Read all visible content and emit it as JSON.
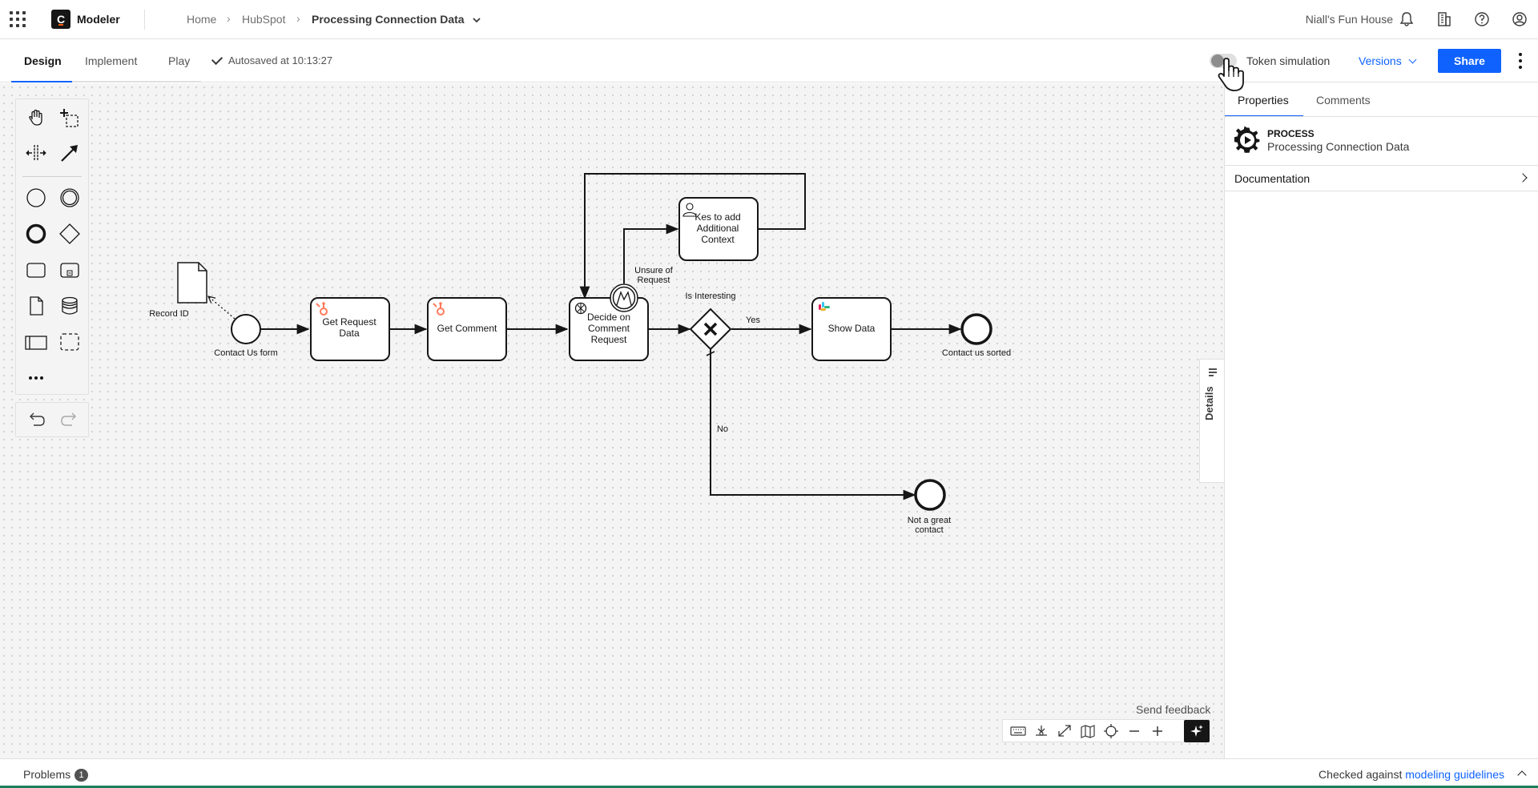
{
  "header": {
    "app_name": "Modeler",
    "logo_letter": "C",
    "breadcrumb": [
      "Home",
      "HubSpot"
    ],
    "current": "Processing Connection Data",
    "org": "Niall's Fun House",
    "icons": [
      "apps-grid-icon",
      "notification-bell-icon",
      "organization-icon",
      "help-icon",
      "user-icon"
    ]
  },
  "subheader": {
    "tabs": [
      "Design",
      "Implement",
      "Play"
    ],
    "active_tab": "Design",
    "autosave": "Autosaved at 10:13:27",
    "token_simulation": "Token simulation",
    "versions": "Versions",
    "share": "Share"
  },
  "diagram": {
    "data_object": "Record ID",
    "start_event": "Contact Us form",
    "tasks": {
      "get_request": [
        "Get Request",
        "Data"
      ],
      "get_comment": "Get Comment",
      "decide": [
        "Decide on",
        "Comment",
        "Request"
      ],
      "kes": [
        "Kes to add",
        "Additional",
        "Context"
      ],
      "show_data": "Show Data"
    },
    "boundary_label": [
      "Unsure of",
      "Request"
    ],
    "gateway_label": "Is Interesting",
    "flow_yes": "Yes",
    "flow_no": "No",
    "end_sorted": "Contact us sorted",
    "end_not_great": [
      "Not a great",
      "contact"
    ]
  },
  "canvas_ui": {
    "details": "Details",
    "send_feedback": "Send feedback"
  },
  "panel": {
    "tabs": [
      "Properties",
      "Comments"
    ],
    "active_tab": "Properties",
    "element_type": "PROCESS",
    "element_name": "Processing Connection Data",
    "documentation": "Documentation"
  },
  "statusbar": {
    "problems": "Problems",
    "problems_count": "1",
    "checked_prefix": "Checked against",
    "checked_link": "modeling guidelines"
  },
  "colors": {
    "primary": "#0f62fe",
    "hubspot": "#ff7a59",
    "dark": "#161616"
  }
}
